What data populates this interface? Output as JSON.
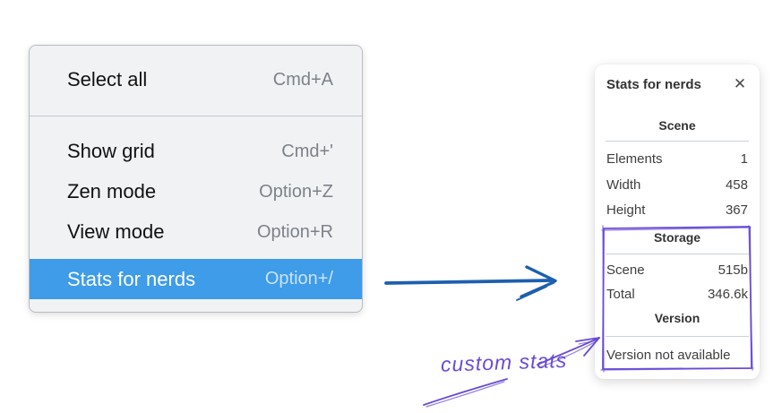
{
  "canvas": {
    "background": "#ffffff"
  },
  "context_menu": {
    "items": [
      {
        "label": "Select all",
        "shortcut": "Cmd+A"
      },
      {
        "label": "Show grid",
        "shortcut": "Cmd+'"
      },
      {
        "label": "Zen mode",
        "shortcut": "Option+Z"
      },
      {
        "label": "View mode",
        "shortcut": "Option+R"
      },
      {
        "label": "Stats for nerds",
        "shortcut": "Option+/"
      }
    ],
    "highlighted_item": "Stats for nerds",
    "highlight_color": "#3e9ce8"
  },
  "stats_panel": {
    "title": "Stats for nerds",
    "close_icon": "✕",
    "scene_section": {
      "heading": "Scene",
      "rows": [
        {
          "label": "Elements",
          "value": "1"
        },
        {
          "label": "Width",
          "value": "458"
        },
        {
          "label": "Height",
          "value": "367"
        }
      ]
    },
    "storage_section": {
      "heading": "Storage",
      "rows": [
        {
          "label": "Scene",
          "value": "515b"
        },
        {
          "label": "Total",
          "value": "346.6k"
        }
      ]
    },
    "version_section": {
      "heading": "Version",
      "note": "Version not available"
    }
  },
  "annotations": {
    "custom_stats_label": "custom stats",
    "blue_arrow_color": "#1d5fae",
    "purple_color": "#6a4bd6"
  }
}
